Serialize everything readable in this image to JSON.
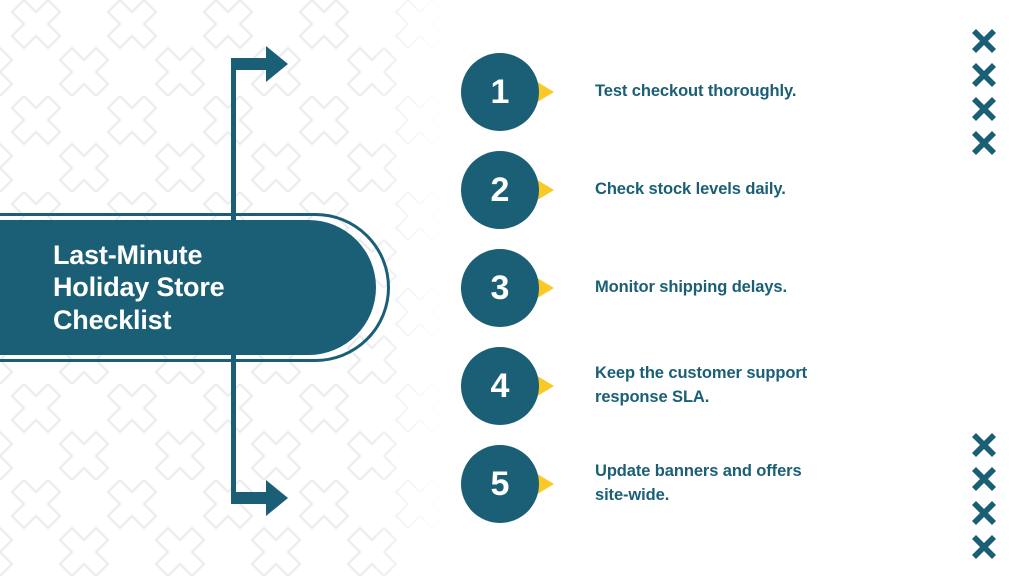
{
  "colors": {
    "teal": "#1a5f75",
    "yellow": "#fbc926",
    "white": "#ffffff",
    "pattern_gray": "#e9ebee"
  },
  "title": {
    "text": "Last-Minute\nHoliday Store\nChecklist"
  },
  "arrows": {
    "top_icon": "arrow-right-icon",
    "bottom_icon": "arrow-right-icon"
  },
  "checklist": {
    "items": [
      {
        "number": "1",
        "label": "Test checkout thoroughly."
      },
      {
        "number": "2",
        "label": "Check stock levels daily."
      },
      {
        "number": "3",
        "label": "Monitor shipping delays."
      },
      {
        "number": "4",
        "label": "Keep the customer support\nresponse SLA."
      },
      {
        "number": "5",
        "label": "Update banners and offers\nsite-wide."
      }
    ]
  },
  "decorations": {
    "x_icon": "x-mark-icon",
    "top_cluster_count": 4,
    "bottom_cluster_count": 4
  }
}
